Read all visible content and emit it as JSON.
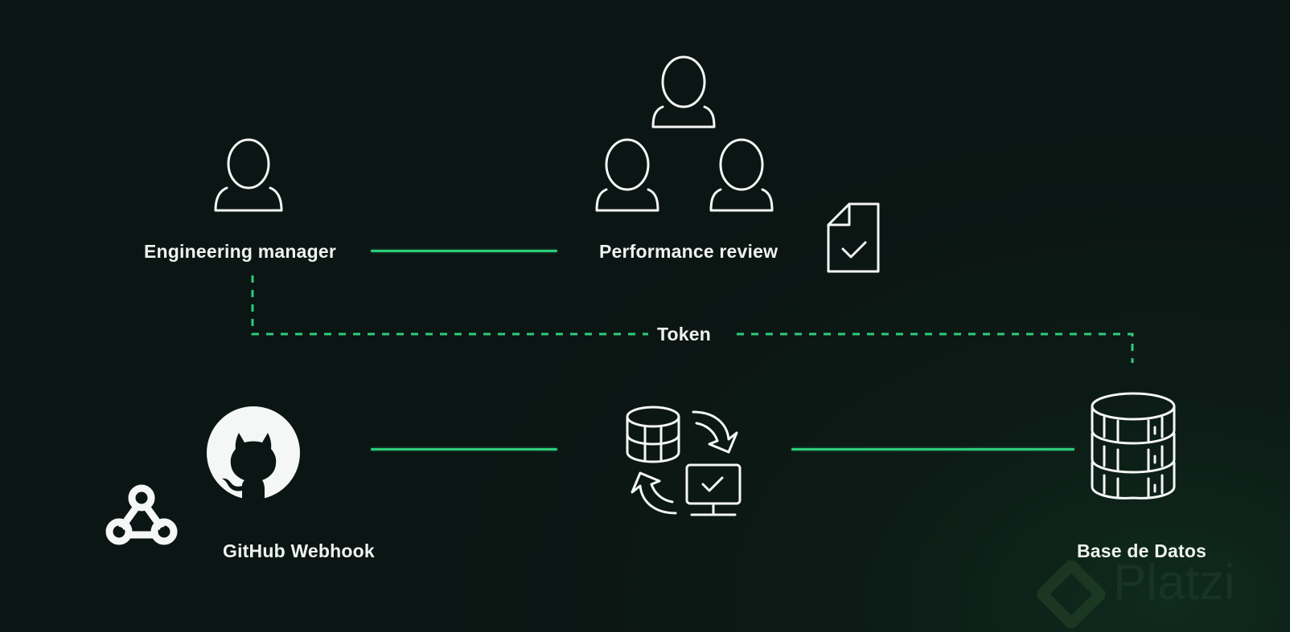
{
  "diagram": {
    "accent_color": "#2ecc7a",
    "nodes": {
      "engineering_manager": {
        "label": "Engineering manager",
        "icon": "user-icon"
      },
      "performance_review": {
        "label": "Performance review",
        "icon": "team-icon",
        "extra_icon": "document-check-icon"
      },
      "token": {
        "label": "Token"
      },
      "github_webhook": {
        "label": "GitHub Webhook",
        "icon": "github-icon",
        "extra_icon": "webhook-icon"
      },
      "sync_process": {
        "icon": "database-sync-icon"
      },
      "database": {
        "label": "Base de Datos",
        "icon": "database-icon"
      }
    },
    "edges": [
      {
        "from": "engineering_manager",
        "to": "performance_review",
        "style": "solid"
      },
      {
        "from": "engineering_manager",
        "to": "database",
        "style": "dashed",
        "label": "Token"
      },
      {
        "from": "github_webhook",
        "to": "sync_process",
        "style": "solid"
      },
      {
        "from": "sync_process",
        "to": "database",
        "style": "solid"
      }
    ]
  },
  "watermark": {
    "brand": "Platzi"
  }
}
